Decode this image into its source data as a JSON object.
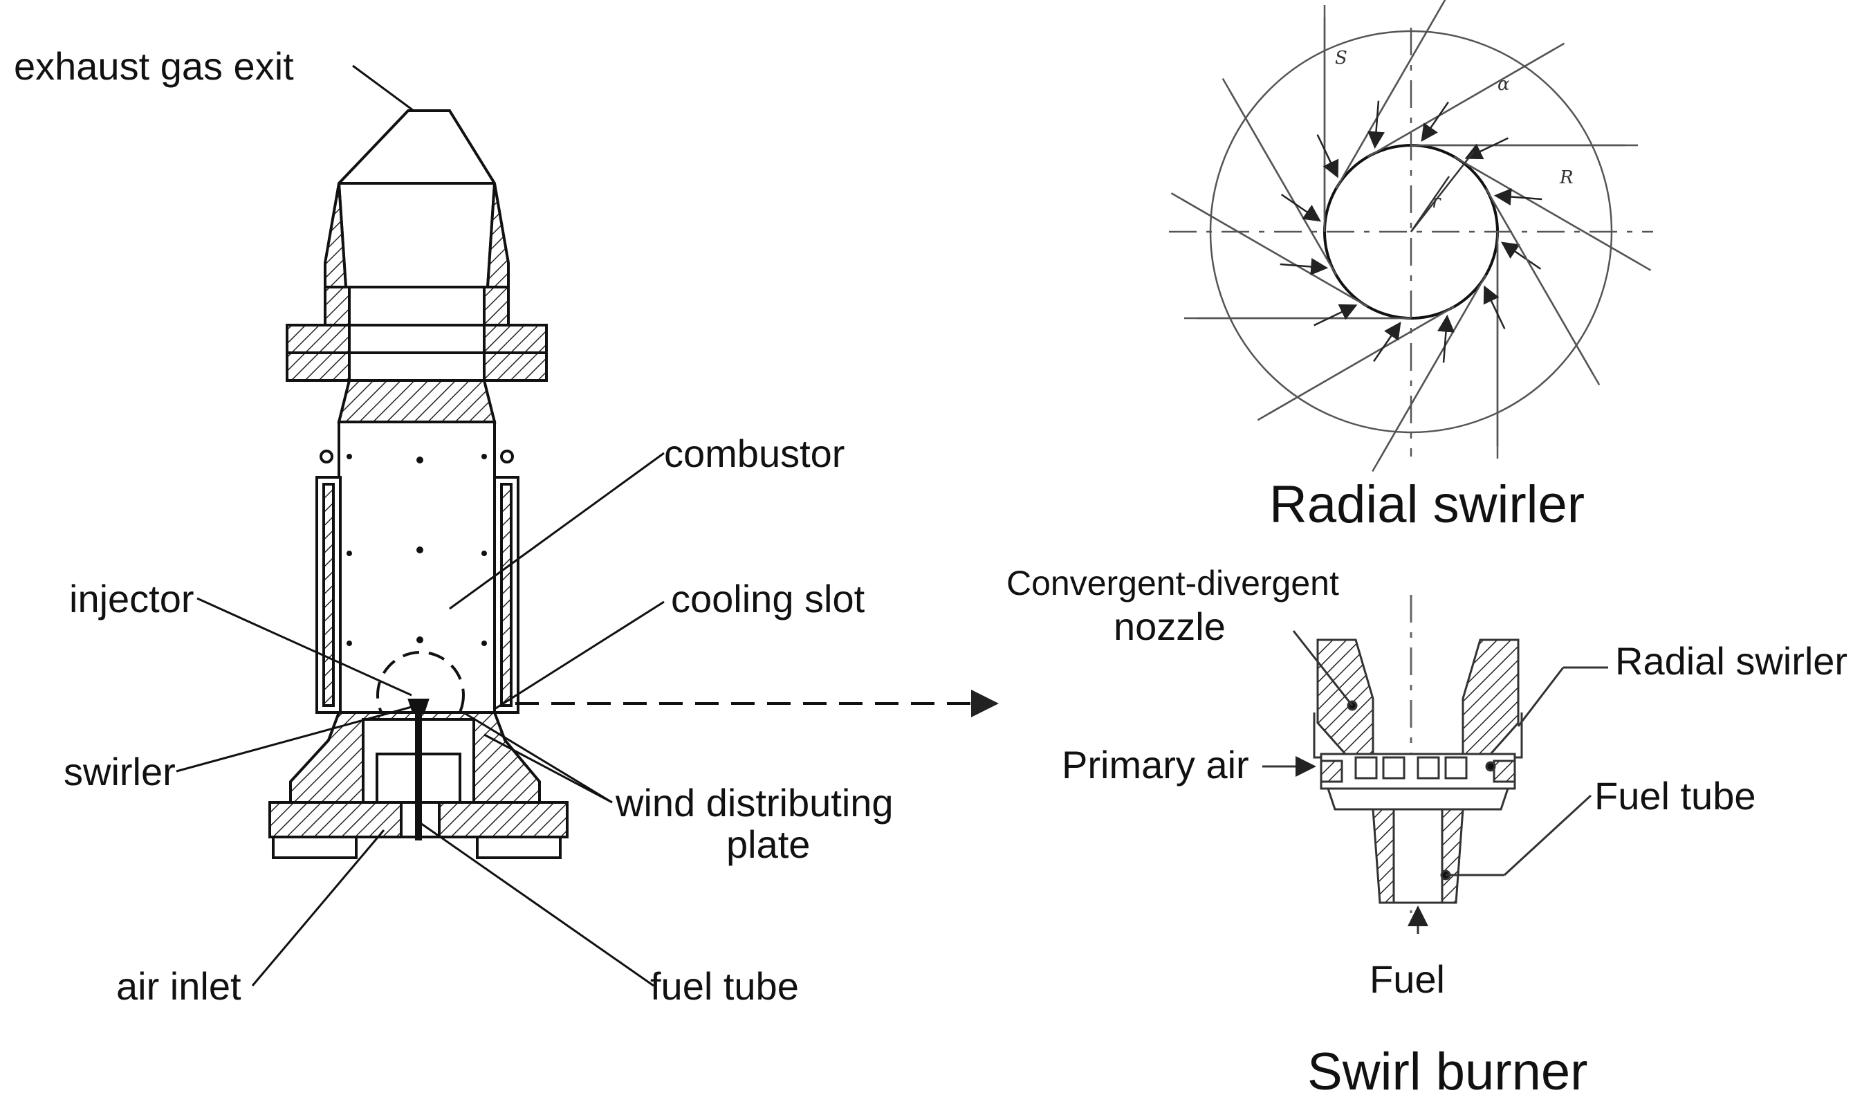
{
  "combustor": {
    "exhaust_label": "exhaust gas exit",
    "combustor_label": "combustor",
    "injector_label": "injector",
    "cooling_label": "cooling slot",
    "swirler_label": "swirler",
    "wind_label_1": "wind distributing",
    "wind_label_2": "plate",
    "air_label": "air inlet",
    "fuel_tube_label": "fuel tube"
  },
  "radial_swirler": {
    "title": "Radial swirler",
    "dim_s": "S",
    "dim_alpha": "α",
    "dim_R": "R",
    "dim_r": "r"
  },
  "swirl_burner": {
    "title": "Swirl burner",
    "nozzle_label_1": "Convergent-divergent",
    "nozzle_label_2": "nozzle",
    "radial_label": "Radial swirler",
    "primary_label": "Primary air",
    "fuel_tube_label": "Fuel tube",
    "fuel_label": "Fuel"
  }
}
